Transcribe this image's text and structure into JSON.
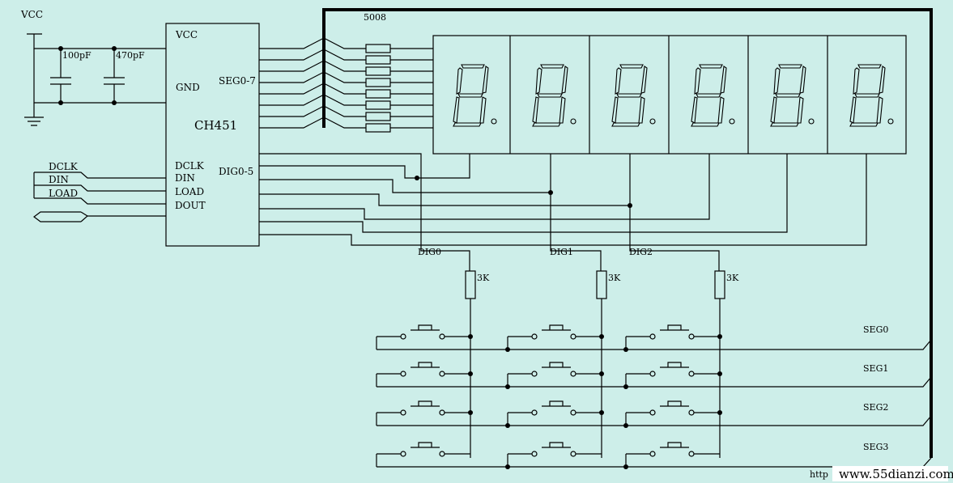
{
  "power": {
    "vcc": "VCC",
    "cap1": "100pF",
    "cap2": "470pF"
  },
  "chip": {
    "name": "CH451",
    "pin_vcc": "VCC",
    "pin_gnd": "GND",
    "pin_seg": "SEG0-7",
    "pin_dclk": "DCLK",
    "pin_din": "DIN",
    "pin_load": "LOAD",
    "pin_dout": "DOUT",
    "pin_dig": "DIG0-5"
  },
  "bus_inputs": {
    "dclk": "DCLK",
    "din": "DIN",
    "load": "LOAD"
  },
  "resistor_array": "5008",
  "display": {
    "digit_count": 6
  },
  "dig_labels": [
    "DIG0",
    "DIG1",
    "DIG2"
  ],
  "pullup": "3K",
  "seg_labels": [
    "SEG0",
    "SEG1",
    "SEG2",
    "SEG3"
  ],
  "watermark": {
    "main": "www.55dianzi.com",
    "prefix": "http"
  }
}
